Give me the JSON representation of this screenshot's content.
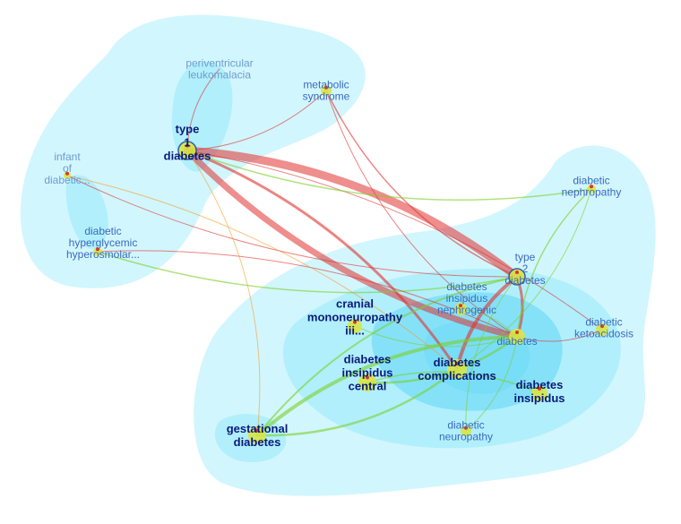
{
  "colors": {
    "background": "#ffffff",
    "density_light": "#d2f6fd",
    "density_mid": "#a6ecfb",
    "density_deep": "#72dcf6",
    "node_fill": "#d8e645",
    "node_stroke": "#2a4fa0",
    "label_major": "#0a1a7a",
    "label_minor": "#3a6bc0",
    "label_faint": "#6e9bd0",
    "edge_red": "#e0322f",
    "edge_green": "#7bd12a",
    "edge_orange": "#f0a030"
  },
  "nodes": [
    {
      "id": "type1",
      "lines": [
        "type",
        "1",
        "diabetes"
      ],
      "tier": "major",
      "cluster_marker": "1"
    },
    {
      "id": "type2",
      "lines": [
        "type",
        "2",
        "diabetes"
      ],
      "tier": "minor",
      "cluster_marker": "2"
    },
    {
      "id": "periventricular",
      "lines": [
        "periventricular",
        "leukomalacia"
      ],
      "tier": "faint"
    },
    {
      "id": "metabolic",
      "lines": [
        "metabolic",
        "syndrome"
      ],
      "tier": "minor"
    },
    {
      "id": "infant",
      "lines": [
        "infant",
        "of",
        "diabetic..."
      ],
      "tier": "faint"
    },
    {
      "id": "hyperglycemic",
      "lines": [
        "diabetic",
        "hyperglycemic",
        "hyperosmolar..."
      ],
      "tier": "minor"
    },
    {
      "id": "nephropathy",
      "lines": [
        "diabetic",
        "nephropathy"
      ],
      "tier": "minor"
    },
    {
      "id": "di_nephrogenic",
      "lines": [
        "diabetes",
        "insipidus",
        "nephrogenic"
      ],
      "tier": "minor"
    },
    {
      "id": "cranial",
      "lines": [
        "cranial",
        "mononeuropathy",
        "iii..."
      ],
      "tier": "major"
    },
    {
      "id": "diabetes",
      "lines": [
        "diabetes"
      ],
      "tier": "minor"
    },
    {
      "id": "ketoacidosis",
      "lines": [
        "diabetic",
        "ketoacidosis"
      ],
      "tier": "minor"
    },
    {
      "id": "complications",
      "lines": [
        "diabetes",
        "complications"
      ],
      "tier": "major"
    },
    {
      "id": "di_central",
      "lines": [
        "diabetes",
        "insipidus",
        "central"
      ],
      "tier": "major"
    },
    {
      "id": "di",
      "lines": [
        "diabetes",
        "insipidus"
      ],
      "tier": "major"
    },
    {
      "id": "neuropathy",
      "lines": [
        "diabetic",
        "neuropathy"
      ],
      "tier": "minor"
    },
    {
      "id": "gestational",
      "lines": [
        "gestational",
        "diabetes"
      ],
      "tier": "major"
    }
  ],
  "edges": [
    {
      "from": "type1",
      "to": "type2",
      "weight": 9,
      "color": "red"
    },
    {
      "from": "type1",
      "to": "diabetes",
      "weight": 7,
      "color": "red"
    },
    {
      "from": "type1",
      "to": "complications",
      "weight": 3,
      "color": "red"
    },
    {
      "from": "type2",
      "to": "complications",
      "weight": 4,
      "color": "red"
    },
    {
      "from": "type2",
      "to": "diabetes",
      "weight": 3,
      "color": "red"
    },
    {
      "from": "metabolic",
      "to": "type2",
      "weight": 1.5,
      "color": "red"
    },
    {
      "from": "metabolic",
      "to": "type1",
      "weight": 1,
      "color": "red"
    },
    {
      "from": "metabolic",
      "to": "diabetes",
      "weight": 1,
      "color": "red"
    },
    {
      "from": "gestational",
      "to": "diabetes",
      "weight": 4,
      "color": "green"
    },
    {
      "from": "gestational",
      "to": "complications",
      "weight": 2.5,
      "color": "green"
    },
    {
      "from": "gestational",
      "to": "type2",
      "weight": 2,
      "color": "green"
    },
    {
      "from": "di_central",
      "to": "diabetes",
      "weight": 2.5,
      "color": "green"
    },
    {
      "from": "di_central",
      "to": "di",
      "weight": 1.5,
      "color": "green"
    },
    {
      "from": "hyperglycemic",
      "to": "type2",
      "weight": 1.5,
      "color": "green"
    },
    {
      "from": "hyperglycemic",
      "to": "diabetes",
      "weight": 1,
      "color": "red"
    },
    {
      "from": "nephropathy",
      "to": "diabetes",
      "weight": 1.5,
      "color": "green"
    },
    {
      "from": "nephropathy",
      "to": "complications",
      "weight": 1,
      "color": "green"
    },
    {
      "from": "infant",
      "to": "type2",
      "weight": 1,
      "color": "red"
    },
    {
      "from": "infant",
      "to": "complications",
      "weight": 1,
      "color": "orange"
    },
    {
      "from": "ketoacidosis",
      "to": "type1",
      "weight": 1,
      "color": "red"
    },
    {
      "from": "ketoacidosis",
      "to": "diabetes",
      "weight": 1,
      "color": "red"
    },
    {
      "from": "neuropathy",
      "to": "diabetes",
      "weight": 1,
      "color": "green"
    },
    {
      "from": "neuropathy",
      "to": "type2",
      "weight": 1,
      "color": "green"
    },
    {
      "from": "cranial",
      "to": "diabetes",
      "weight": 1,
      "color": "green"
    },
    {
      "from": "type1",
      "to": "gestational",
      "weight": 1,
      "color": "orange"
    },
    {
      "from": "type1",
      "to": "nephropathy",
      "weight": 1.5,
      "color": "green"
    },
    {
      "from": "di_nephrogenic",
      "to": "diabetes",
      "weight": 1,
      "color": "green"
    },
    {
      "from": "periventricular",
      "to": "type1",
      "weight": 1,
      "color": "red"
    }
  ]
}
